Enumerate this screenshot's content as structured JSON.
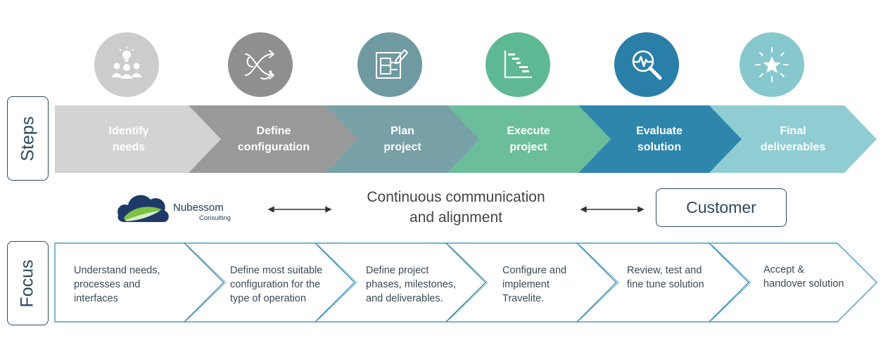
{
  "labels": {
    "steps": "Steps",
    "focus": "Focus"
  },
  "steps": [
    {
      "line1": "Identify",
      "line2": "needs",
      "color": "#d3d3d3",
      "icon": "lightbulb-team-icon",
      "icon_color": "#cccccc"
    },
    {
      "line1": "Define",
      "line2": "configuration",
      "color": "#999999",
      "icon": "crossing-arrows-icon",
      "icon_color": "#8f8f8f"
    },
    {
      "line1": "Plan",
      "line2": "project",
      "color": "#77a0a7",
      "icon": "blueprint-pencil-icon",
      "icon_color": "#6f9aa2"
    },
    {
      "line1": "Execute",
      "line2": "project",
      "color": "#6bbe9a",
      "icon": "gantt-chart-icon",
      "icon_color": "#5eb893"
    },
    {
      "line1": "Evaluate",
      "line2": "solution",
      "color": "#2f86ad",
      "icon": "magnify-pulse-icon",
      "icon_color": "#2a7fa9"
    },
    {
      "line1": "Final",
      "line2": "deliverables",
      "color": "#8fcdd2",
      "icon": "sparkle-star-icon",
      "icon_color": "#86c8cd"
    }
  ],
  "communication": {
    "line1": "Continuous communication",
    "line2": "and alignment"
  },
  "logo": {
    "name": "Nubessom",
    "sub": "Consulting"
  },
  "customer": "Customer",
  "focus": [
    {
      "lines": [
        "Understand needs,",
        "processes and",
        "interfaces"
      ]
    },
    {
      "lines": [
        "Define most suitable",
        "configuration for the",
        "type of operation"
      ]
    },
    {
      "lines": [
        "Define project",
        "phases, milestones,",
        "and deliverables."
      ]
    },
    {
      "lines": [
        "Configure and",
        "implement",
        "Travelite."
      ]
    },
    {
      "lines": [
        "Review, test and",
        "fine tune solution"
      ]
    },
    {
      "lines": [
        "Accept &",
        "handover solution"
      ]
    }
  ],
  "colors": {
    "outline": "#2e4a5e",
    "focus_stroke": "#2f86ad"
  }
}
